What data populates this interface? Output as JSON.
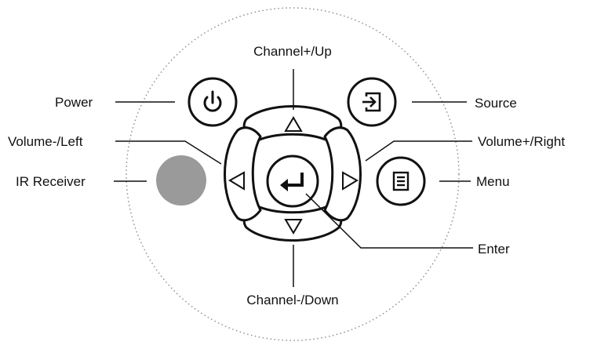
{
  "colors": {
    "line": "#111111",
    "dots": "#8a8a8a",
    "ir_receiver": "#9a9a9a",
    "button_fill": "#ffffff"
  },
  "labels": {
    "channel_up": "Channel+/Up",
    "channel_down": "Channel-/Down",
    "power": "Power",
    "source": "Source",
    "volume_left": "Volume-/Left",
    "volume_right": "Volume+/Right",
    "ir_receiver": "IR Receiver",
    "menu": "Menu",
    "enter": "Enter"
  },
  "icons": {
    "power": "power-icon",
    "source": "source-input-icon",
    "menu": "menu-list-icon",
    "enter": "enter-return-arrow-icon",
    "up": "triangle-up-icon",
    "down": "triangle-down-icon",
    "left": "triangle-left-icon",
    "right": "triangle-right-icon"
  }
}
